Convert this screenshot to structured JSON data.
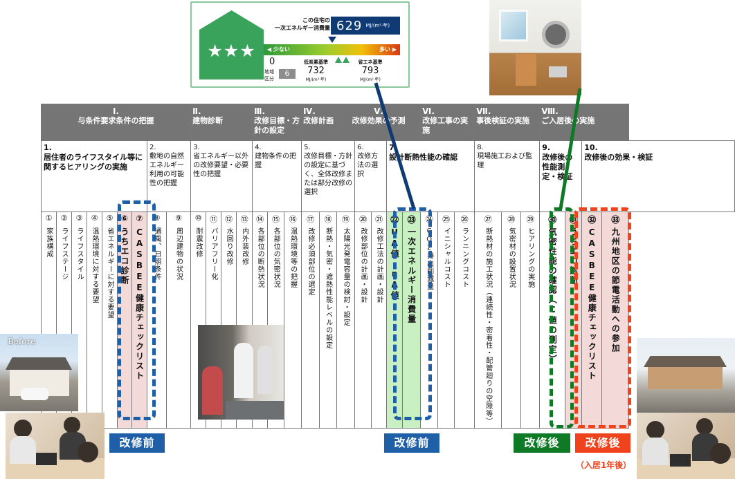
{
  "energy_label": {
    "stars": "★★★",
    "caption_line1": "この住宅の",
    "caption_line2": "一次エネルギー消費量",
    "value": "629",
    "unit": "MJ/(m²·年)",
    "scale_low": "◀ 少ない",
    "scale_high": "多い ▶",
    "zero": "0",
    "region_label": "地域区分",
    "region_value": "6",
    "low_carbon_label": "低炭素基準",
    "low_carbon_value": "732",
    "save_energy_label": "省エネ基準",
    "save_energy_value": "793",
    "std_unit": "MJ/(m²·年)"
  },
  "phases": [
    {
      "num": "Ⅰ.",
      "title": "与条件要求条件の把握"
    },
    {
      "num": "Ⅱ.",
      "title": "建物診断"
    },
    {
      "num": "Ⅲ.",
      "title": "改修目標・方針の設定"
    },
    {
      "num": "Ⅳ.",
      "title": "改修計画"
    },
    {
      "num": "Ⅴ.",
      "title": "改修効果の予測"
    },
    {
      "num": "Ⅵ.",
      "title": "改修工事の実施"
    },
    {
      "num": "Ⅶ.",
      "title": "事後検証の実施"
    },
    {
      "num": "Ⅷ.",
      "title": "ご入居後の実施"
    }
  ],
  "tasks": [
    "1.\n居住者のライフスタイル等に関するヒアリングの実施",
    "2.\n敷地の自然エネルギー利用の可能性の把握",
    "3.\n省エネルギー以外の改修要望・必要性の把握",
    "4.\n建物条件の把握",
    "5.\n改修目標・方針の設定に基づく、全体改修または部分改修の選択",
    "6.\n改修方法の選択",
    "7.\n設計断熱性能の確認",
    "8.\n現場施工および監理",
    "9.\n改修後の性能測定・検証",
    "10.\n改修後の効果・検証"
  ],
  "items": [
    {
      "n": "①",
      "t": "家族構成"
    },
    {
      "n": "②",
      "t": "ライフステージ"
    },
    {
      "n": "③",
      "t": "ライフスタイル"
    },
    {
      "n": "④",
      "t": "温熱環境に対する要望"
    },
    {
      "n": "⑤",
      "t": "省エネルギーに対する要望"
    },
    {
      "n": "⑥",
      "t": "うちエコ診断"
    },
    {
      "n": "⑦",
      "t": "CASBEE健康チェックリスト"
    },
    {
      "n": "⑧",
      "t": "通風、日照条件"
    },
    {
      "n": "⑨",
      "t": "周辺建物の状況"
    },
    {
      "n": "⑩",
      "t": "耐震改修"
    },
    {
      "n": "⑪",
      "t": "バリアフリー化"
    },
    {
      "n": "⑫",
      "t": "水回り改修"
    },
    {
      "n": "⑬",
      "t": "内外装改修"
    },
    {
      "n": "⑭",
      "t": "各部位の断熱状況"
    },
    {
      "n": "⑮",
      "t": "各部位の気密状況"
    },
    {
      "n": "⑯",
      "t": "温熱環境等の把握"
    },
    {
      "n": "⑰",
      "t": "改修必須部位の選定"
    },
    {
      "n": "⑱",
      "t": "断熱・気密・遮熱性能レベルの設定"
    },
    {
      "n": "⑲",
      "t": "太陽光発電容量の検討・設定"
    },
    {
      "n": "⑳",
      "t": "改修部位の計画・設計"
    },
    {
      "n": "㉑",
      "t": "改修工法の計画・設計"
    },
    {
      "n": "㉒",
      "t": "UA値・ηA値"
    },
    {
      "n": "㉓",
      "t": "一次エネルギー消費量"
    },
    {
      "n": "㉔",
      "t": "CO2排出削減量"
    },
    {
      "n": "㉕",
      "t": "イニシャルコスト"
    },
    {
      "n": "㉖",
      "t": "ランニングコスト"
    },
    {
      "n": "㉗",
      "t": "断熱材の施工状況（連続性・密着性・配管廻りの空隙等）"
    },
    {
      "n": "㉘",
      "t": "気密材の設置状況"
    },
    {
      "n": "㉙",
      "t": "ヒアリングの実施"
    },
    {
      "n": "㉚",
      "t": "気密性能の確認（C値の測定）"
    },
    {
      "n": "㉛",
      "t": "うちエコ診断"
    },
    {
      "n": "㉜",
      "t": "CASBEE健康チェックリスト"
    },
    {
      "n": "㉝",
      "t": "九州地区の節電活動への参加"
    }
  ],
  "badges": {
    "before_left": "改修前",
    "before_right": "改修前",
    "after_green": "改修後",
    "after_red": "改修後",
    "after_note": "（入居1年後）"
  },
  "photo_before_label": "Before",
  "colors": {
    "phase_bg": "#757575",
    "before_blue": "#1e5fa8",
    "after_green": "#0e7a26",
    "after_red": "#f0421c",
    "pink_fill": "#f4d9d9",
    "green_fill": "#c9f0c3"
  }
}
